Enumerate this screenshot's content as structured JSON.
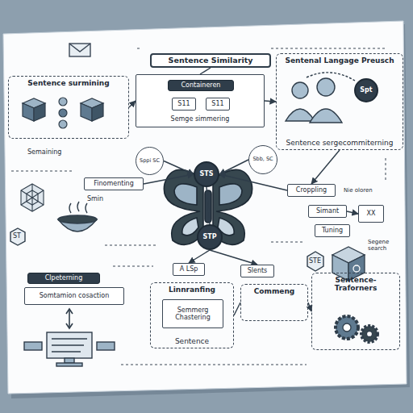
{
  "diagram": {
    "nodes": [
      {
        "text": [
          "Sentence Similarity"
        ]
      },
      {
        "text": [
          "Sentence surmining"
        ]
      },
      {
        "text": [
          "Semge simmering"
        ]
      },
      {
        "text": [
          "Containeren"
        ],
        "in": 2
      },
      {
        "text": [
          "S11"
        ],
        "in": 2
      },
      {
        "text": [
          "S11"
        ],
        "in": 2
      },
      {
        "text": [
          "Sentenal Langage Preusch",
          "Sentence sergecommiterning"
        ]
      },
      {
        "text": [
          "Spt"
        ],
        "in": 6
      },
      {
        "text": [
          "Sppi SC"
        ]
      },
      {
        "text": [
          "Sbb, SC"
        ]
      },
      {
        "text": [
          "Finomenting"
        ]
      },
      {
        "text": [
          "STS"
        ]
      },
      {
        "text": [
          "STP"
        ]
      },
      {
        "text": [
          "Croppling"
        ]
      },
      {
        "text": [
          "Simant"
        ]
      },
      {
        "text": [
          "Tuning"
        ]
      },
      {
        "text": [
          "XX"
        ]
      },
      {
        "text": [
          "Clpeterning"
        ]
      },
      {
        "text": [
          "Somtamion cosaction"
        ]
      },
      {
        "text": [
          "A LSp"
        ]
      },
      {
        "text": [
          "Slents"
        ]
      },
      {
        "text": [
          "Linnranfing",
          "Sentence"
        ]
      },
      {
        "text": [
          "Semmerg",
          "Chastering"
        ],
        "in": 21
      },
      {
        "text": [
          "Commeng"
        ]
      },
      {
        "text": [
          "Sentence-Traforners"
        ]
      }
    ],
    "edges": [
      {
        "from": 1,
        "to": 2,
        "arrow": "to"
      },
      {
        "from": 2,
        "to": 6,
        "arrow": "to"
      },
      {
        "from": 0,
        "to": 2,
        "arrow": "none"
      },
      {
        "from": 11,
        "to": 12,
        "arrow": "none"
      },
      {
        "from": 8,
        "to": 11,
        "arrow": "to"
      },
      {
        "from": 9,
        "to": 11,
        "arrow": "to"
      },
      {
        "from": 10,
        "to": 11,
        "arrow": "to"
      },
      {
        "from": 13,
        "to": 11,
        "arrow": "to"
      },
      {
        "from": 6,
        "to": 13,
        "arrow": "to"
      },
      {
        "from": 12,
        "to": 19,
        "arrow": "to"
      },
      {
        "from": 12,
        "to": 20,
        "arrow": "to"
      },
      {
        "from": 21,
        "to": 23,
        "arrow": "none"
      },
      {
        "from": 23,
        "to": 24,
        "arrow": "to"
      },
      {
        "from": 14,
        "to": 16,
        "arrow": "to"
      }
    ],
    "labels": [
      "Semaining",
      "Smin",
      "ST",
      "Nie oloren",
      "Segene search",
      "STE"
    ]
  }
}
